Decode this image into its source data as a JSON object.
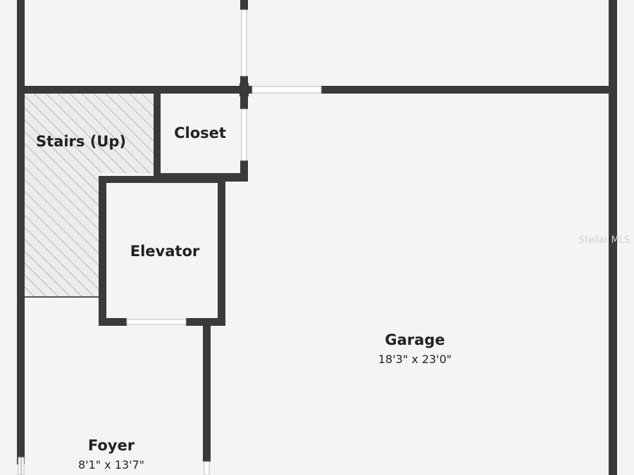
{
  "rooms": {
    "stairs": {
      "name": "Stairs (Up)"
    },
    "closet": {
      "name": "Closet"
    },
    "elevator": {
      "name": "Elevator"
    },
    "garage": {
      "name": "Garage",
      "dimensions": "18'3\" x 23'0\""
    },
    "foyer": {
      "name": "Foyer",
      "dimensions": "8'1\" x 13'7\""
    }
  },
  "watermark": "Stellar MLS",
  "colors": {
    "wall": "#3a3a3a",
    "floor": "#f4f4f4",
    "hatch": "#9a9a9a",
    "text": "#222222"
  }
}
